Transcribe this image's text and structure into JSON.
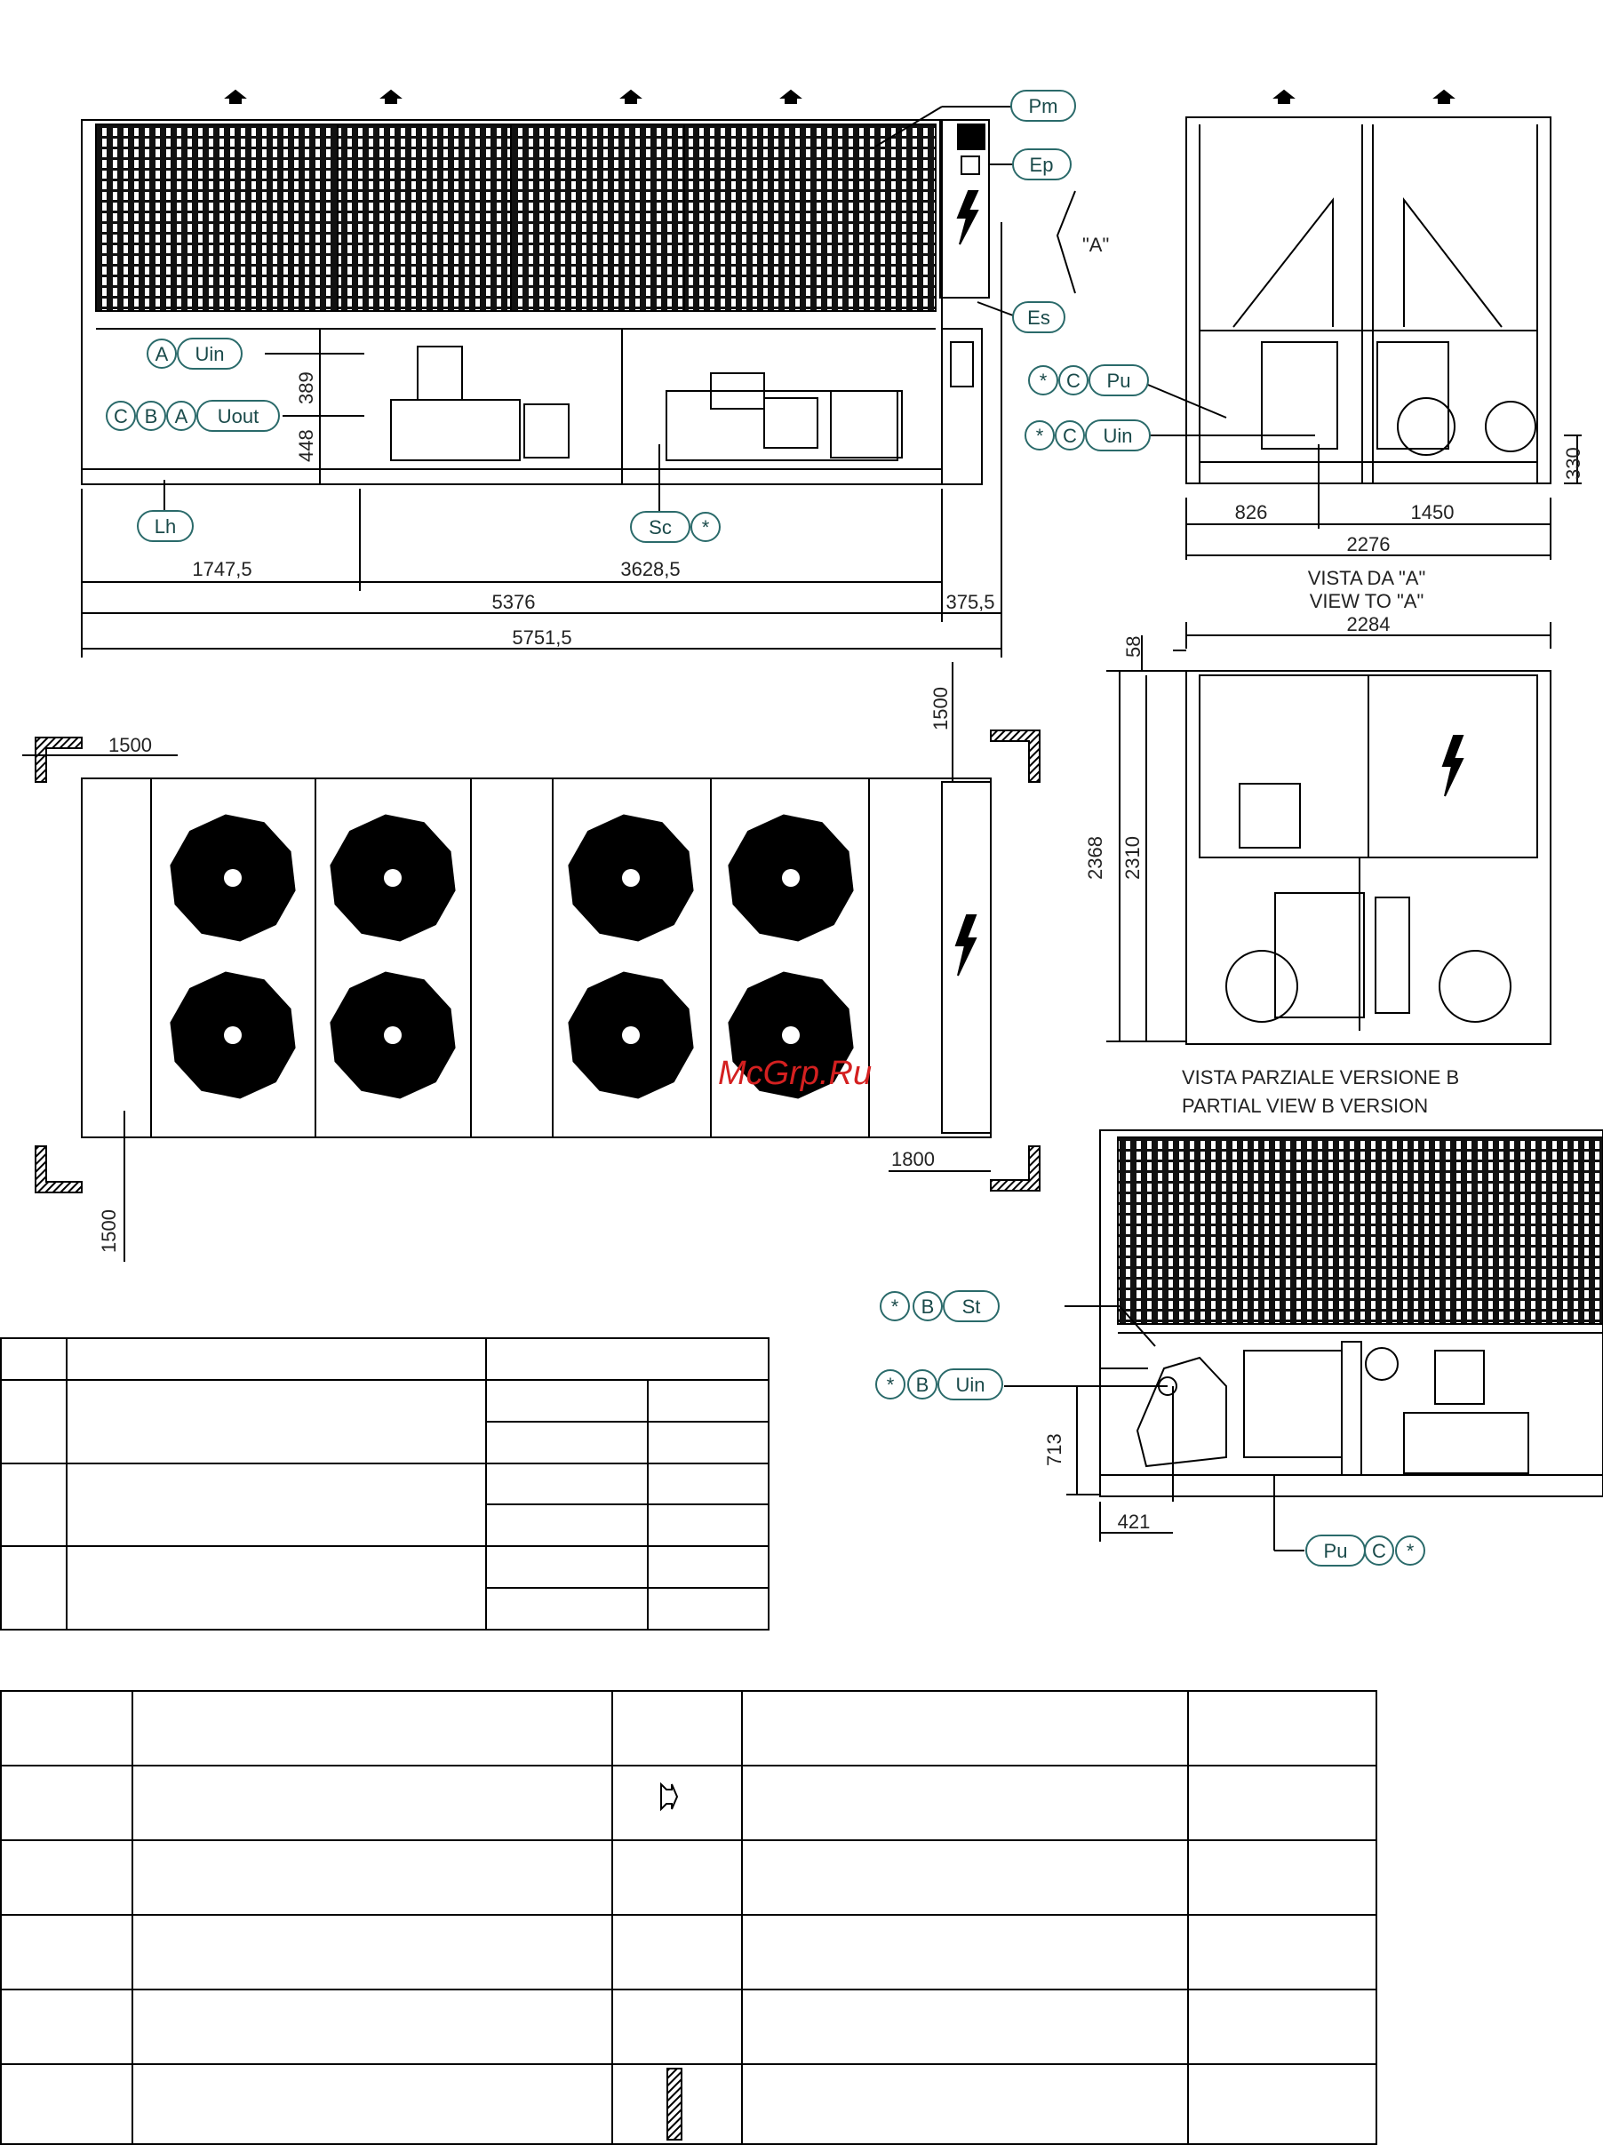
{
  "dimensions": {
    "d1747": "1747,5",
    "d3628": "3628,5",
    "d5376": "5376",
    "d375": "375,5",
    "d5751": "5751,5",
    "d389": "389",
    "d448": "448",
    "d826": "826",
    "d1450": "1450",
    "d2276": "2276",
    "d330": "330",
    "d2284": "2284",
    "d58": "58",
    "d2368": "2368",
    "d2310": "2310",
    "d1500_left": "1500",
    "d1500_top": "1500",
    "d1500_bottom": "1500",
    "d1800": "1800",
    "d713": "713",
    "d421": "421"
  },
  "labels": {
    "pm": "Pm",
    "ep": "Ep",
    "es": "Es",
    "a_view": "\"A\"",
    "a": "A",
    "b": "B",
    "c": "C",
    "star": "*",
    "uin": "Uin",
    "uout": "Uout",
    "lh": "Lh",
    "sc": "Sc",
    "pu": "Pu",
    "st": "St"
  },
  "titles": {
    "view_a_it": "VISTA DA \"A\"",
    "view_a_en": "VIEW TO \"A\"",
    "partial_it": "VISTA PARZIALE VERSIONE B",
    "partial_en": "PARTIAL VIEW B VERSION"
  },
  "watermark": "McGrp.Ru",
  "colors": {
    "line": "#000000",
    "label_stroke": "#2a6a6a",
    "watermark": "#d42020",
    "fan": "#000000"
  }
}
